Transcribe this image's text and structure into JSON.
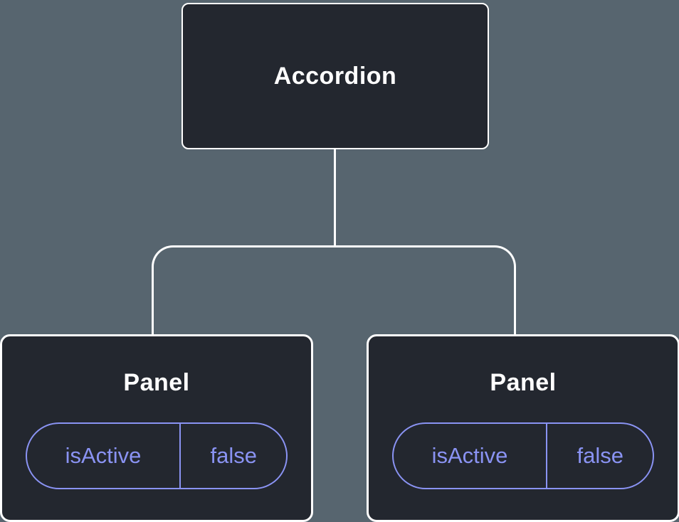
{
  "diagram": {
    "root": {
      "label": "Accordion"
    },
    "children": [
      {
        "label": "Panel",
        "prop": {
          "name": "isActive",
          "value": "false"
        }
      },
      {
        "label": "Panel",
        "prop": {
          "name": "isActive",
          "value": "false"
        }
      }
    ],
    "colors": {
      "background": "#57656F",
      "node_fill": "#23272F",
      "node_border": "#FFFFFF",
      "line": "#FFFFFF",
      "accent": "#8A93F3"
    }
  }
}
